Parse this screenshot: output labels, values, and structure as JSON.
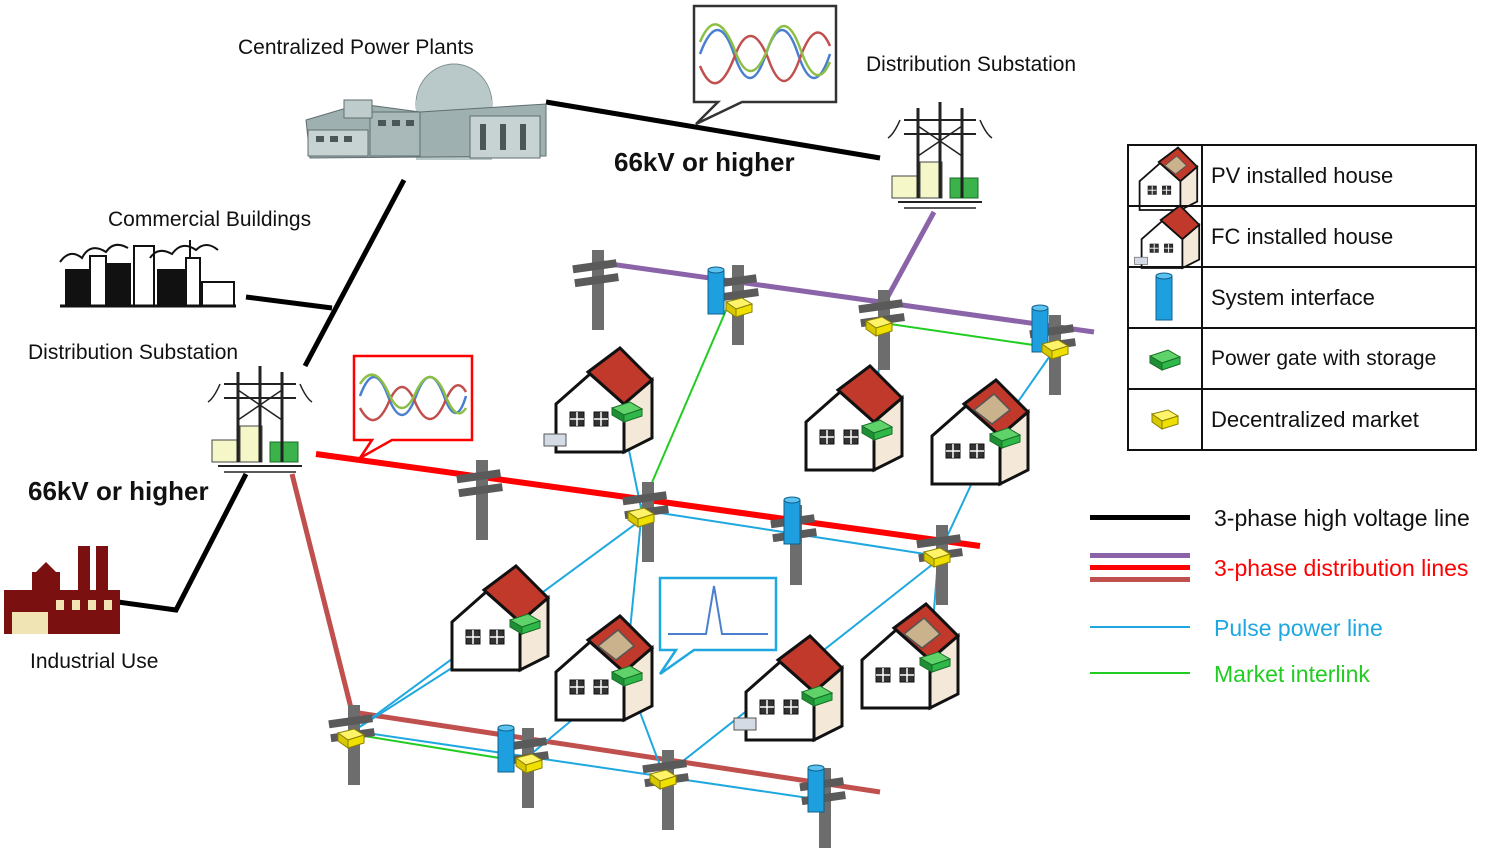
{
  "labels": {
    "centralized_power_plants": "Centralized Power Plants",
    "distribution_substation_top": "Distribution Substation",
    "distribution_substation_left": "Distribution Substation",
    "commercial_buildings": "Commercial Buildings",
    "industrial_use": "Industrial Use",
    "voltage_top": "66kV or higher",
    "voltage_left": "66kV or higher"
  },
  "legend_items": [
    {
      "icon": "pv-house-icon",
      "label": "PV installed house"
    },
    {
      "icon": "fc-house-icon",
      "label": "FC installed house"
    },
    {
      "icon": "system-interface-icon",
      "label": "System interface"
    },
    {
      "icon": "power-gate-icon",
      "label": "Power gate with storage"
    },
    {
      "icon": "decentralized-market-icon",
      "label": "Decentralized market"
    }
  ],
  "line_legend": [
    {
      "label": "3-phase high voltage line",
      "color": "#000000",
      "text_color": "#111111"
    },
    {
      "label": "3-phase distribution lines",
      "colors": [
        "#8B63A8",
        "#FF0000",
        "#C0504D"
      ],
      "text_color": "#FF0000"
    },
    {
      "label": "Pulse power line",
      "color": "#1FA8E0",
      "text_color": "#1FA8E0"
    },
    {
      "label": "Market interlink",
      "color": "#22CC22",
      "text_color": "#22CC22"
    }
  ],
  "colors": {
    "high_voltage": "#000000",
    "distribution_purple": "#8B63A8",
    "distribution_red": "#FF0000",
    "distribution_brown": "#C0504D",
    "pulse": "#1FA8E0",
    "market": "#22CC22",
    "system_interface": "#1E9FE0",
    "power_gate": "#2FB84A",
    "market_box": "#F0E020"
  }
}
